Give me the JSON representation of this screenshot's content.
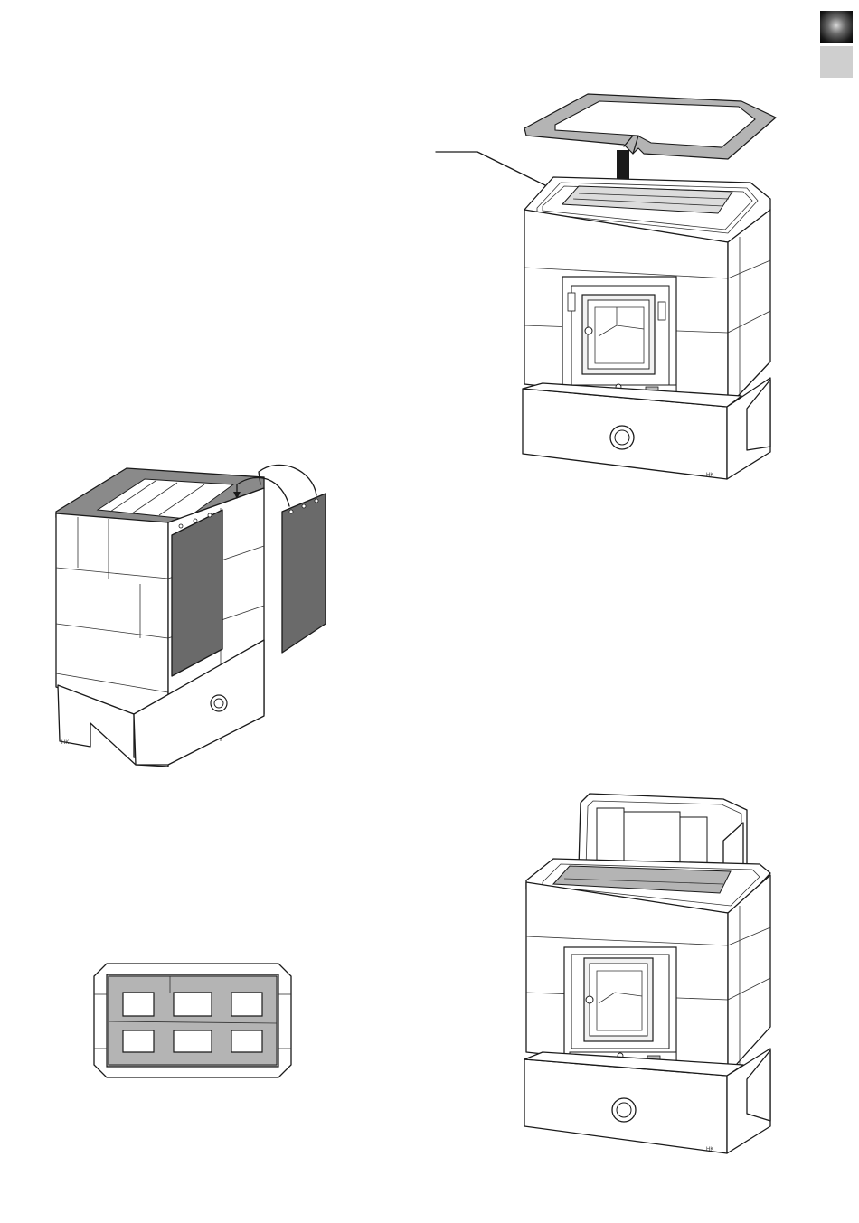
{
  "page": {
    "tab_labels": [
      "",
      ""
    ]
  },
  "figures": {
    "top_right": {
      "mark": "HK"
    },
    "middle_left": {
      "mark": "HK"
    },
    "bottom_left": {
      "mark": ""
    },
    "bottom_right": {
      "mark": "HK"
    }
  },
  "colors": {
    "dark_panel": "#6a6a6a",
    "light_fill": "#b4b4b4",
    "line": "#1a1a1a",
    "tab_gray": "#cfcfcf"
  }
}
